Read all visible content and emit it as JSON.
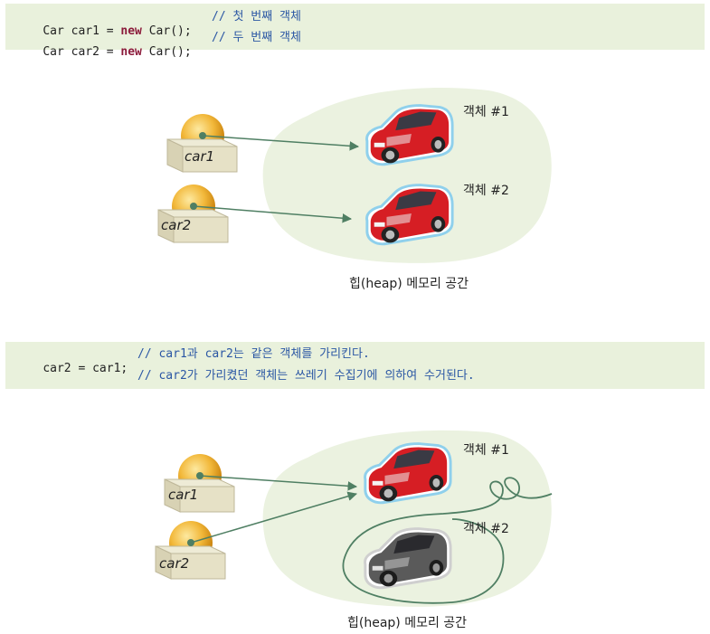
{
  "code1": {
    "line1": {
      "pre": "Car car1 = ",
      "kw": "new",
      "post": " Car();",
      "comment": "// 첫 번째 객체"
    },
    "line2": {
      "pre": "Car car2 = ",
      "kw": "new",
      "post": " Car();",
      "comment": "// 두 번째 객체"
    }
  },
  "code2": {
    "line1": {
      "code": "car2 = car1;",
      "comment": "// car1과 car2는 같은 객체를 가리킨다."
    },
    "line2": {
      "comment": "// car2가 가리켰던 객체는 쓰레기 수집기에 의하여 수거된다."
    }
  },
  "diagram1": {
    "var1": "car1",
    "var2": "car2",
    "obj1": "객체 #1",
    "obj2": "객체 #2",
    "heap": "힙(heap) 메모리 공간"
  },
  "diagram2": {
    "var1": "car1",
    "var2": "car2",
    "obj1": "객체 #1",
    "obj2": "객체 #2",
    "heap": "힙(heap) 메모리 공간"
  },
  "colors": {
    "code_bg": "#e9f1dc",
    "heap_bg": "#ebf2e0",
    "car_red": "#d61e24",
    "car_gray": "#5a5a5a",
    "arrow": "#4f7f63"
  }
}
